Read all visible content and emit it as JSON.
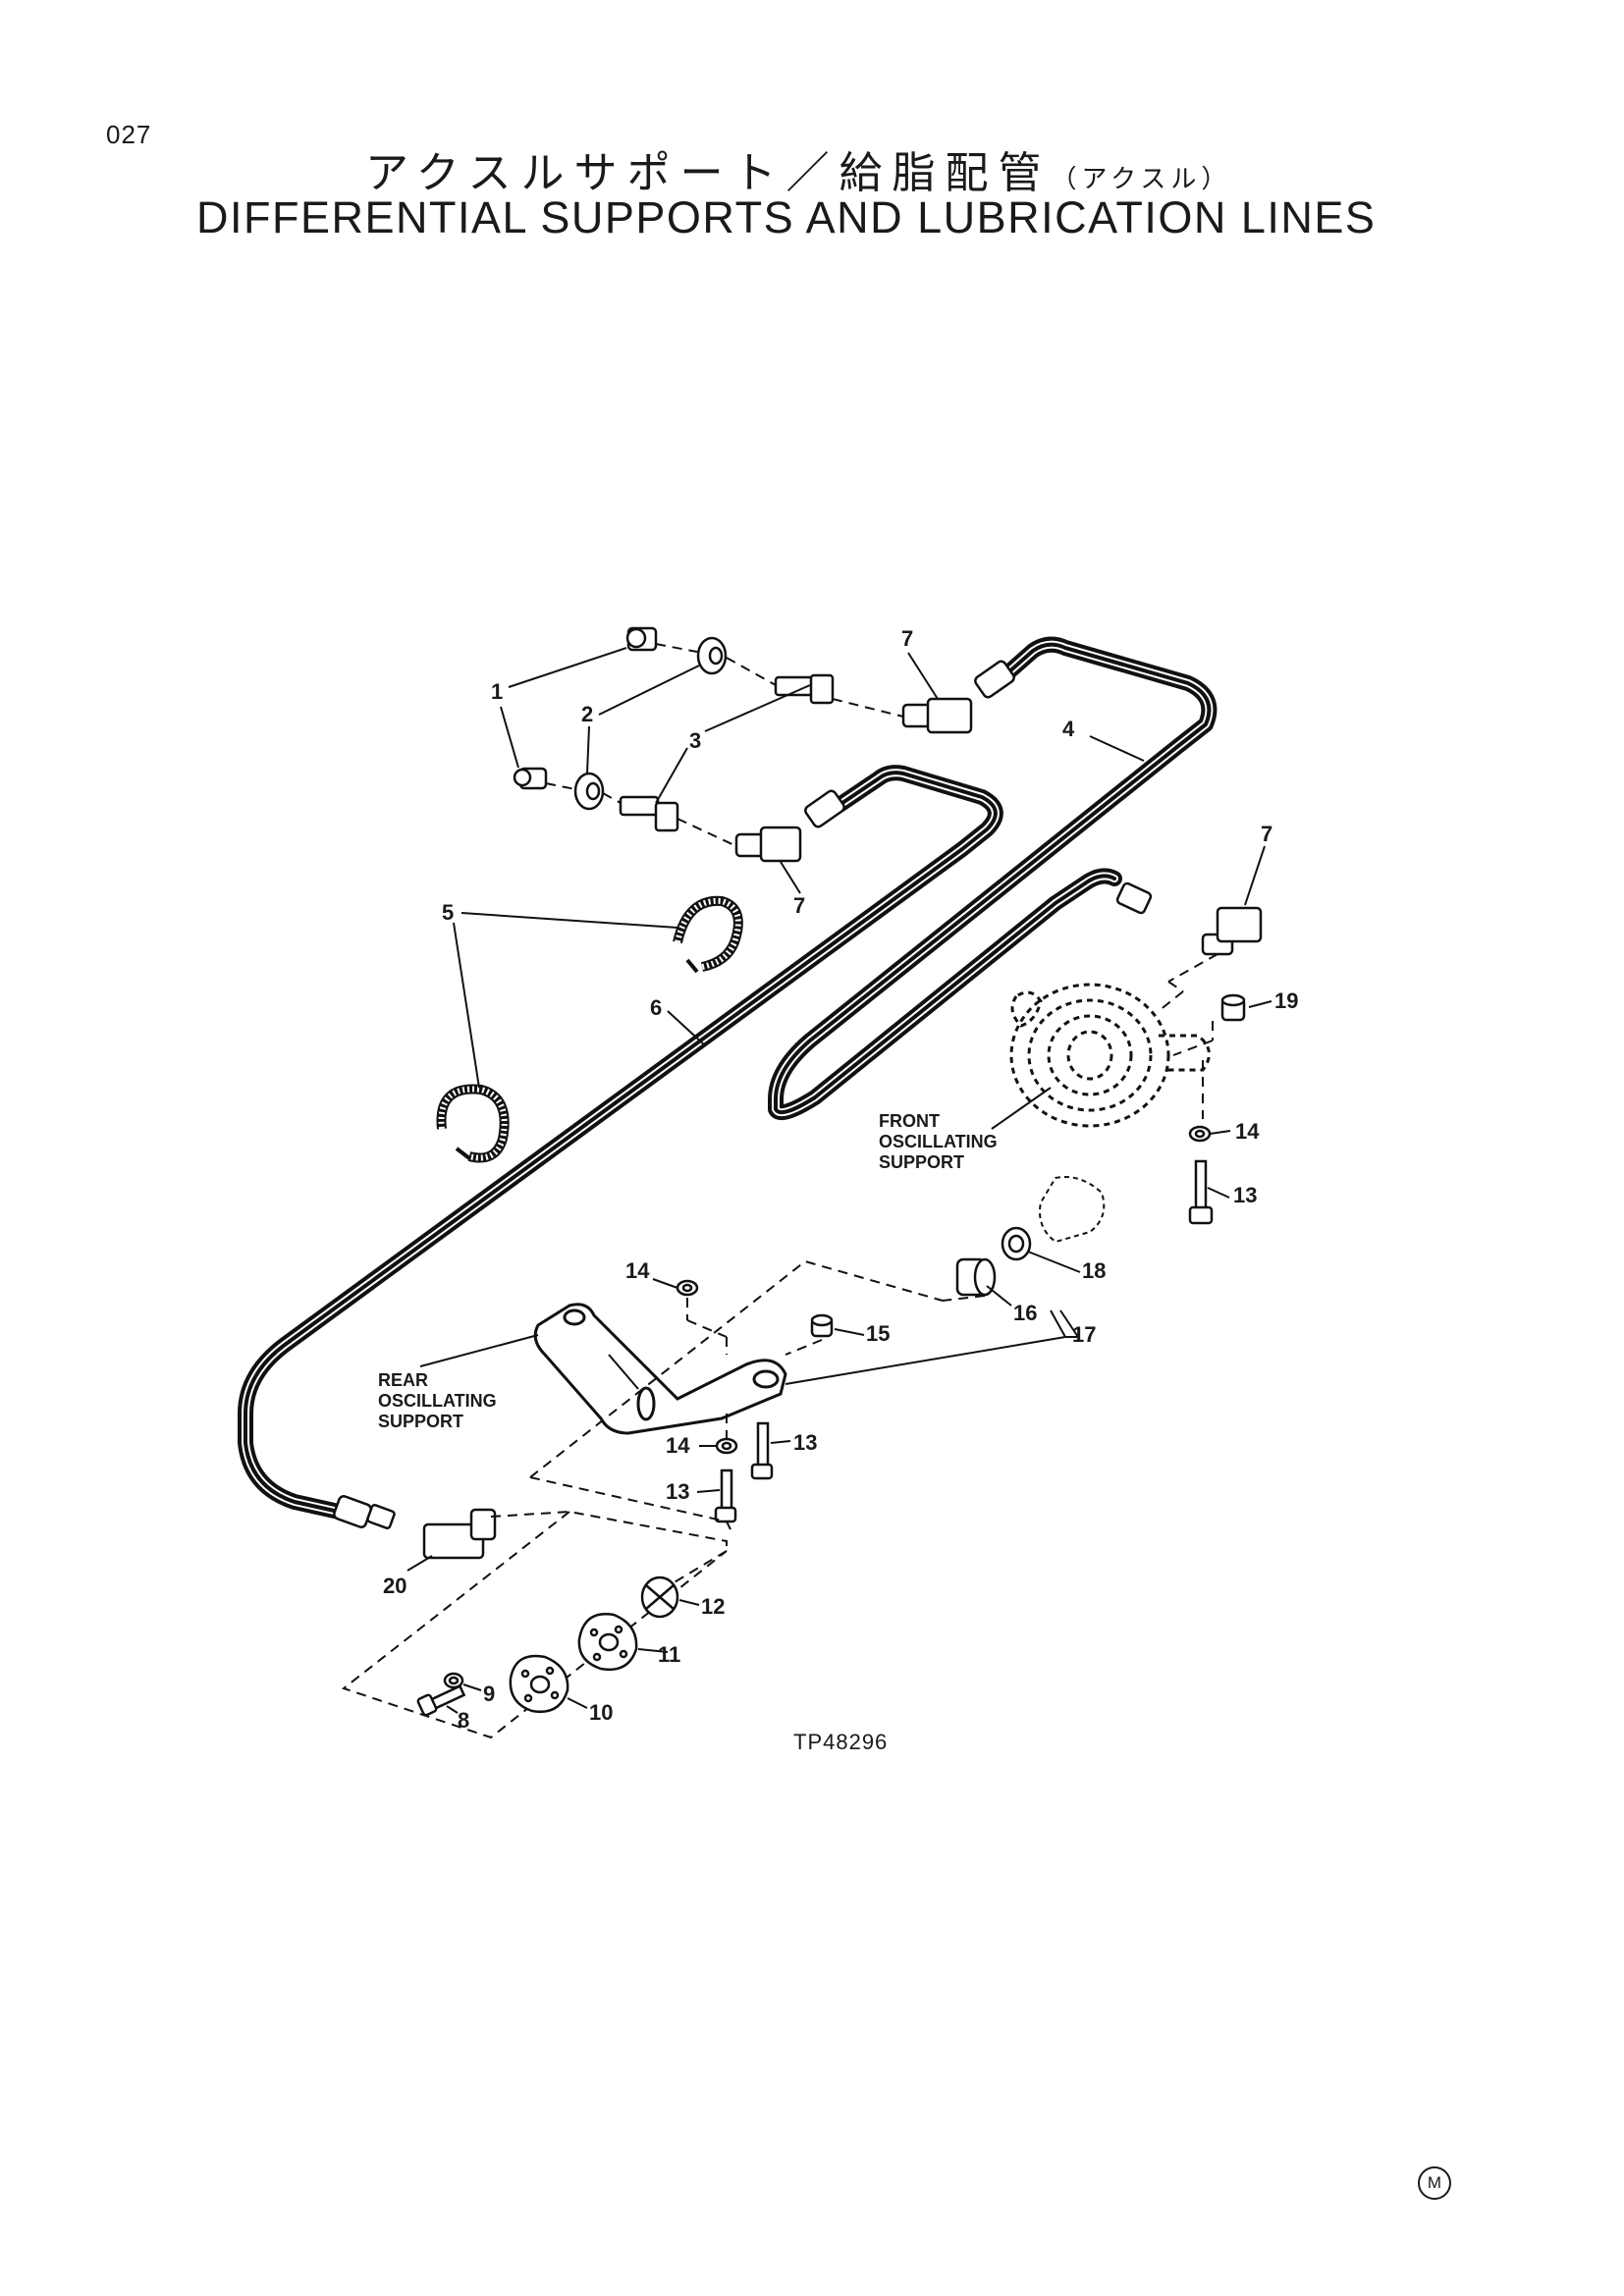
{
  "page_number": "027",
  "title_jp": "アクスルサポート／給脂配管",
  "title_jp_sub": "（アクスル）",
  "title_en": "DIFFERENTIAL SUPPORTS AND LUBRICATION LINES",
  "figure_id": "TP48296",
  "mark": "M",
  "labels": {
    "front_line1": "FRONT",
    "front_line2": "OSCILLATING",
    "front_line3": "SUPPORT",
    "rear_line1": "REAR",
    "rear_line2": "OSCILLATING",
    "rear_line3": "SUPPORT"
  },
  "callouts": [
    "1",
    "2",
    "3",
    "4",
    "5",
    "6",
    "7",
    "7",
    "7",
    "8",
    "9",
    "10",
    "11",
    "12",
    "13",
    "13",
    "13",
    "14",
    "14",
    "14",
    "15",
    "16",
    "17",
    "18",
    "19",
    "20"
  ]
}
